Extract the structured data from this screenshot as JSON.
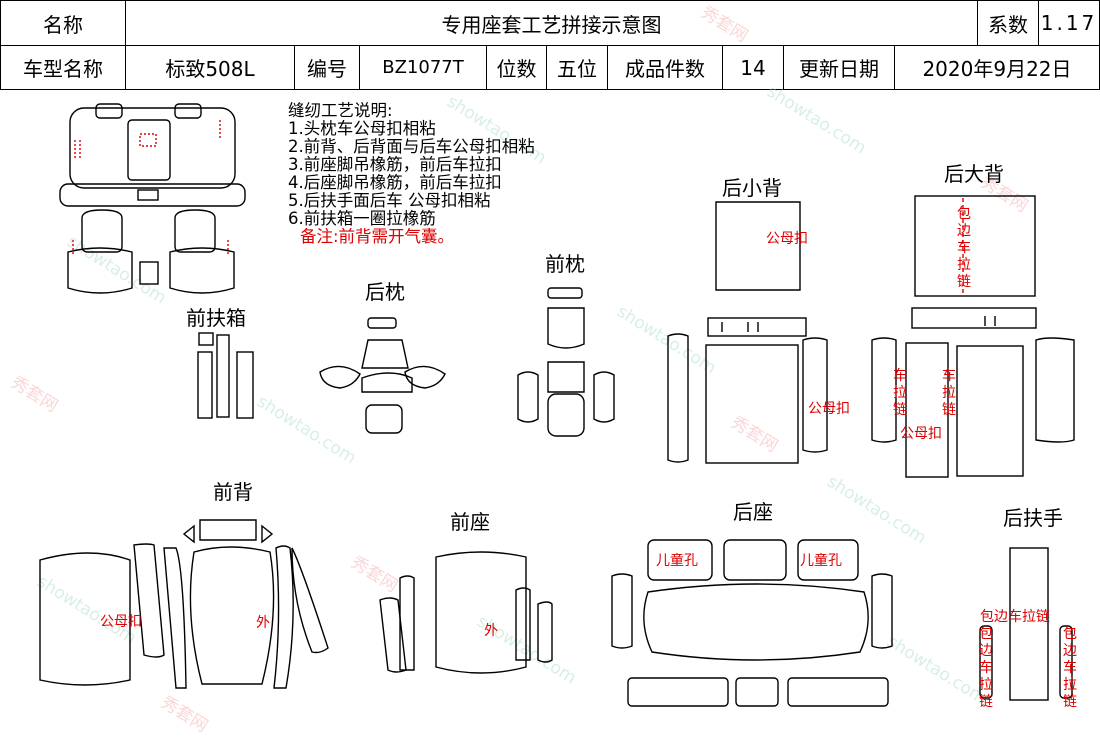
{
  "header": {
    "name_label": "名称",
    "title": "专用座套工艺拼接示意图",
    "coef_label": "系数",
    "coef_value": "1.17",
    "model_label": "车型名称",
    "model_value": "标致508L",
    "code_label": "编号",
    "code_value": "BZ1077T",
    "seats_label": "位数",
    "seats_value": "五位",
    "pieces_label": "成品件数",
    "pieces_value": "14",
    "date_label": "更新日期",
    "date_value": "2020年9月22日"
  },
  "notes": {
    "title": "缝纫工艺说明:",
    "items": [
      "1.头枕车公母扣相粘",
      "2.前背、后背面与后车公母扣相粘",
      "3.前座脚吊橡筋，前后车拉扣",
      "4.后座脚吊橡筋，前后车拉扣",
      "5.后扶手面后车 公母扣相粘",
      "6.前扶箱一圈拉橡筋"
    ],
    "remark": "备注:前背需开气囊。"
  },
  "labels": {
    "front_armrest_box": "前扶箱",
    "rear_headrest": "后枕",
    "front_headrest": "前枕",
    "rear_small_back": "后小背",
    "rear_big_back": "后大背",
    "front_back": "前背",
    "front_seat": "前座",
    "rear_seat": "后座",
    "rear_armrest": "后扶手"
  },
  "red_labels": {
    "snap": "公母扣",
    "outer": "外",
    "child_hole": "儿童孔",
    "edge_zip": "包边车拉链",
    "car_zip": "车拉链",
    "edge_zip_top": "包边车拉链"
  },
  "watermark": {
    "site": "showtao.com",
    "brand": "秀套网"
  },
  "colors": {
    "line": "#000000",
    "annotation": "#dd0000"
  }
}
